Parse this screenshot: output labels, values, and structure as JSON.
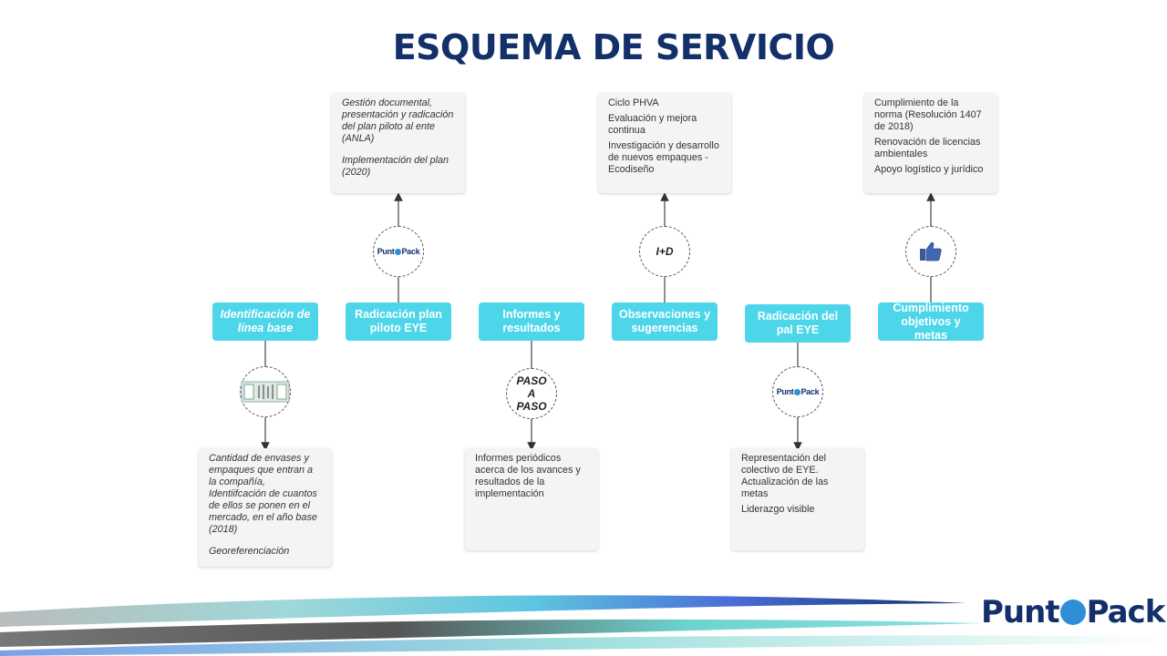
{
  "title": "ESQUEMA DE SERVICIO",
  "steps": [
    {
      "label": "Identificación de línea base"
    },
    {
      "label": "Radicación plan piloto EYE"
    },
    {
      "label": "Informes y resultados"
    },
    {
      "label": "Observaciones y sugerencias"
    },
    {
      "label": "Radicación del pal EYE"
    },
    {
      "label": "Cumplimiento objetivos y metas"
    }
  ],
  "notes": {
    "linea_base": [
      "Cantidad de envases y empaques que entran a la compañía, Identiifcación de cuantos de ellos se ponen en el mercado, en el año base (2018)",
      "Georeferenciación"
    ],
    "plan_piloto": [
      "Gestión documental, presentación y radicación del plan piloto al ente (ANLA)",
      "Implementación del plan (2020)"
    ],
    "informes": [
      "Informes periódicos acerca de los avances y resultados de la implementación"
    ],
    "observaciones": [
      "Ciclo PHVA",
      "Evaluación y mejora continua",
      "Investigación y desarrollo de nuevos empaques - Ecodiseño"
    ],
    "radicacion": [
      "Representación del colectivo de EYE. Actualización  de las metas",
      "Liderazgo visible"
    ],
    "cumplimiento": [
      "Cumplimiento de la norma (Resolución 1407 de 2018)",
      "Renovación de licencias ambientales",
      "Apoyo logístico y jurídico"
    ]
  },
  "circles": {
    "paso": "PASO A PASO",
    "id": "I+D",
    "logo_left": "Punt",
    "logo_right": "Pack"
  },
  "colors": {
    "pill": "#4dd6ea",
    "title": "#13306b",
    "note_bg": "#f4f4f4"
  },
  "icons": [
    "document-scan-icon",
    "thumbs-up-icon",
    "recycle-icon"
  ],
  "brand": {
    "left": "Punt",
    "right": "Pack"
  }
}
